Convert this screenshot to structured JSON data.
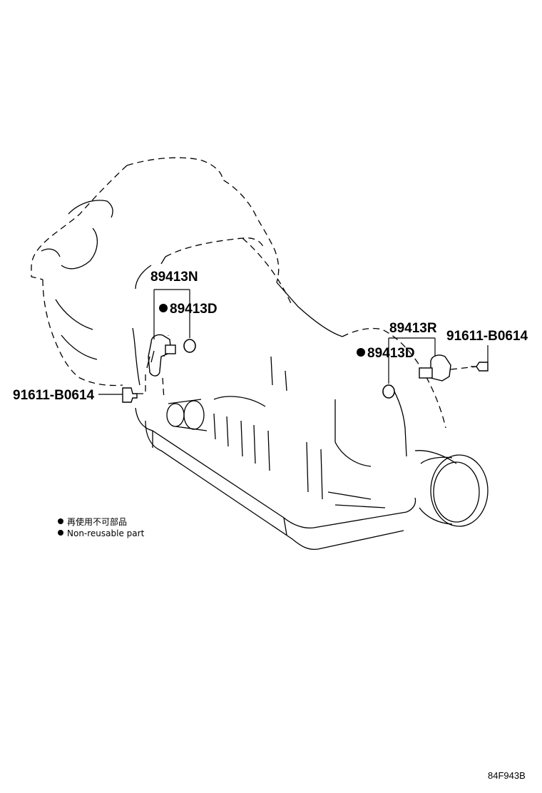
{
  "labels": {
    "sensor_left": "89413N",
    "oring_left": "89413D",
    "bolt_left": "91611-B0614",
    "sensor_right": "89413R",
    "oring_right": "89413D",
    "bolt_right": "91611-B0614"
  },
  "legend": {
    "ja": "再使用不可部品",
    "en": "Non-reusable part"
  },
  "diagram_code": "84F943B"
}
